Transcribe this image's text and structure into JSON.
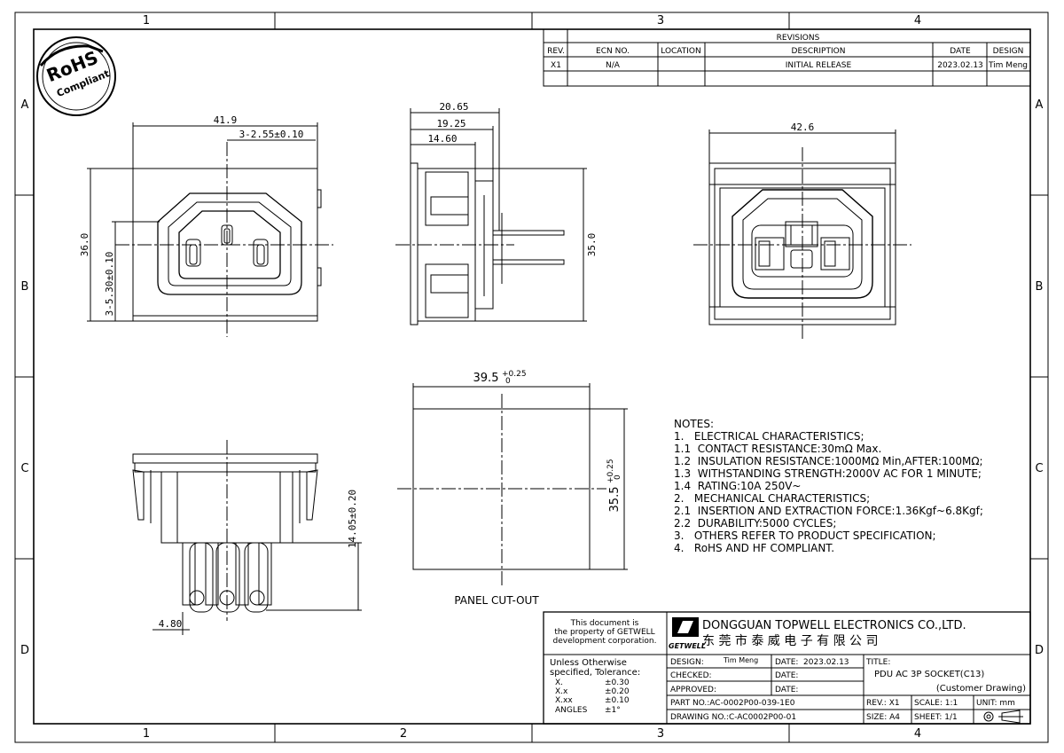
{
  "frame": {
    "col_labels_top": [
      "1",
      "3",
      "4"
    ],
    "col_labels_bottom": [
      "1",
      "2",
      "3",
      "4"
    ],
    "row_labels": [
      "A",
      "B",
      "C",
      "D"
    ]
  },
  "rohs": {
    "main": "RoHS",
    "sub": "Compliant"
  },
  "revisions": {
    "title": "REVISIONS",
    "headers": [
      "REV.",
      "ECN NO.",
      "LOCATION",
      "DESCRIPTION",
      "DATE",
      "DESIGN"
    ],
    "rows": [
      [
        "X1",
        "N/A",
        "",
        "INITIAL RELEASE",
        "2023.02.13",
        "Tim Meng"
      ]
    ]
  },
  "dims": {
    "front_width": "41.9",
    "front_pin_spacing": "3-2.55±0.10",
    "front_height": "36.0",
    "front_pin_height": "3-5.30±0.10",
    "side_d1": "20.65",
    "side_d2": "19.25",
    "side_d3": "14.60",
    "side_height": "35.0",
    "back_width": "42.6",
    "cut_width": "39.5",
    "cut_width_tol_upper": "+0.25",
    "cut_width_tol_lower": "0",
    "cut_height": "35.5",
    "cut_height_tol_upper": "+0.25",
    "cut_height_tol_lower": "0",
    "bottom_height": "14.05±0.20",
    "bottom_pin": "4.80"
  },
  "panel_label": "PANEL CUT-OUT",
  "notes": {
    "title": "NOTES:",
    "lines": [
      "1.   ELECTRICAL CHARACTERISTICS;",
      "1.1  CONTACT RESISTANCE:30mΩ Max.",
      "1.2  INSULATION RESISTANCE:1000MΩ Min,AFTER:100MΩ;",
      "1.3  WITHSTANDING STRENGTH:2000V AC FOR 1 MINUTE;",
      "1.4  RATING:10A 250V~",
      "2.   MECHANICAL CHARACTERISTICS;",
      "2.1  INSERTION AND EXTRACTION FORCE:1.36Kgf~6.8Kgf;",
      "2.2  DURABILITY:5000 CYCLES;",
      "3.   OTHERS REFER TO PRODUCT SPECIFICATION;",
      "4.   RoHS AND HF COMPLIANT."
    ]
  },
  "titleblock": {
    "property_note": [
      "This document is",
      "the property of GETWELL",
      "development corporation."
    ],
    "tolerance": {
      "heading": [
        "Unless Otherwise",
        "specified, Tolerance:"
      ],
      "rows": [
        [
          "X.",
          "±0.30"
        ],
        [
          "X.x",
          "±0.20"
        ],
        [
          "X.xx",
          "±0.10"
        ],
        [
          "ANGLES",
          "±1°"
        ]
      ]
    },
    "company_en": "DONGGUAN TOPWELL ELECTRONICS CO.,LTD.",
    "company_cn": "东 莞 市 泰 威 电 子 有 限 公 司",
    "logo_text": "GETWELL",
    "design_label": "DESIGN:",
    "design_value": "Tim Meng",
    "date_label": "DATE:",
    "date_value": "2023.02.13",
    "checked_label": "CHECKED:",
    "approved_label": "APPROVED:",
    "title_label": "TITLE:",
    "title_line1": "PDU AC 3P SOCKET(C13)",
    "title_line2": "(Customer Drawing)",
    "part_no": "PART NO.:AC-0002P00-039-1E0",
    "drawing_no": "DRAWING NO.:C-AC0002P00-01",
    "rev": "REV.: X1",
    "scale": "SCALE: 1:1",
    "unit": "UNIT: mm",
    "size": "SIZE: A4",
    "sheet": "SHEET: 1/1"
  }
}
